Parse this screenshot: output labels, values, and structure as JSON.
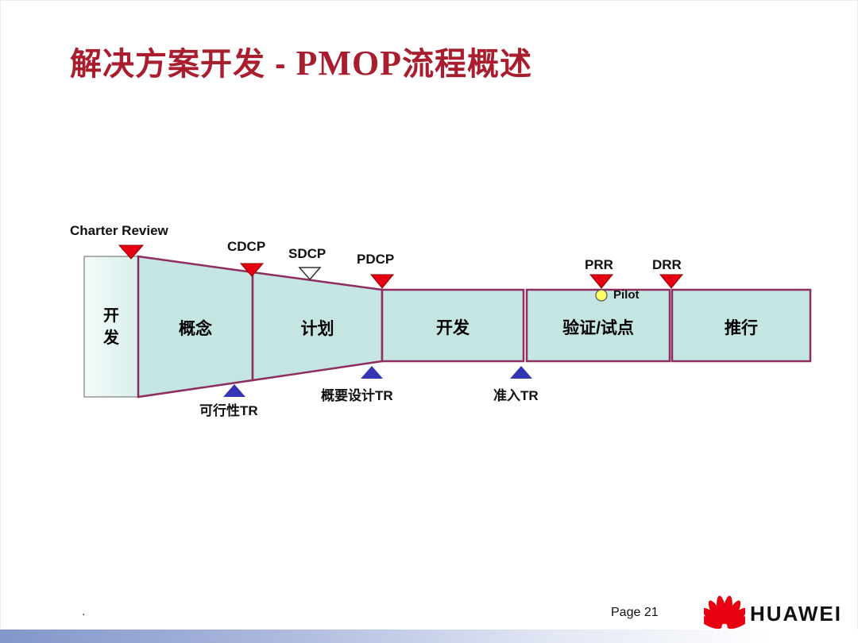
{
  "title": {
    "part1": "解决方案开发 - ",
    "part2": "PMOP",
    "part3": "流程概述"
  },
  "diagram": {
    "start_box": "开发",
    "stages": [
      "概念",
      "计划",
      "开发",
      "验证/试点",
      "推行"
    ],
    "milestones_top": [
      "Charter Review",
      "CDCP",
      "SDCP",
      "PDCP",
      "PRR",
      "DRR"
    ],
    "milestones_bottom": [
      "可行性TR",
      "概要设计TR",
      "准入TR"
    ],
    "pilot": "Pilot",
    "colors": {
      "stage_fill": "#c5e5e2",
      "stage_border": "#8e2e60",
      "milestone_red": "#e60012",
      "tr_blue": "#3434b4",
      "pilot_yellow": "#ffff66",
      "title_red": "#a81e2e",
      "footer_bar_blue": "#8296c9"
    }
  },
  "footer": {
    "dot": ".",
    "page": "Page 21",
    "brand": "HUAWEI"
  }
}
